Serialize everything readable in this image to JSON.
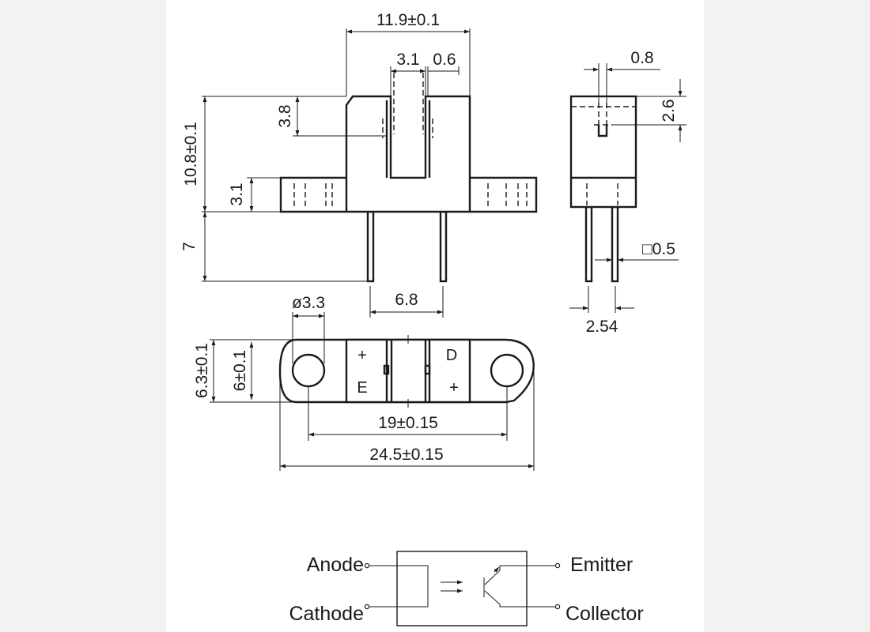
{
  "colors": {
    "background": "#f2f2f2",
    "paper": "#ffffff",
    "ink": "#1a1a1a"
  },
  "front_view": {
    "width": "11.9±0.1",
    "gap": "3.1",
    "wall": "0.6",
    "height": "10.8±0.1",
    "slot_depth": "3.8",
    "flange": "3.1",
    "lead_length": "7",
    "lead_pitch": "6.8"
  },
  "side_view": {
    "slot_width": "0.8",
    "slot_depth": "2.6",
    "lead_size": "□0.5",
    "lead_pitch": "2.54"
  },
  "top_view": {
    "hole": "ø3.3",
    "outer_height": "6.3±0.1",
    "inner_height": "6±0.1",
    "hole_pitch": "19±0.15",
    "length": "24.5±0.15",
    "marks": {
      "left_plus": "+",
      "left_letter": "E",
      "right_letter": "D",
      "right_plus": "+"
    }
  },
  "schematic": {
    "anode": "Anode",
    "cathode": "Cathode",
    "emitter": "Emitter",
    "collector": "Collector"
  }
}
